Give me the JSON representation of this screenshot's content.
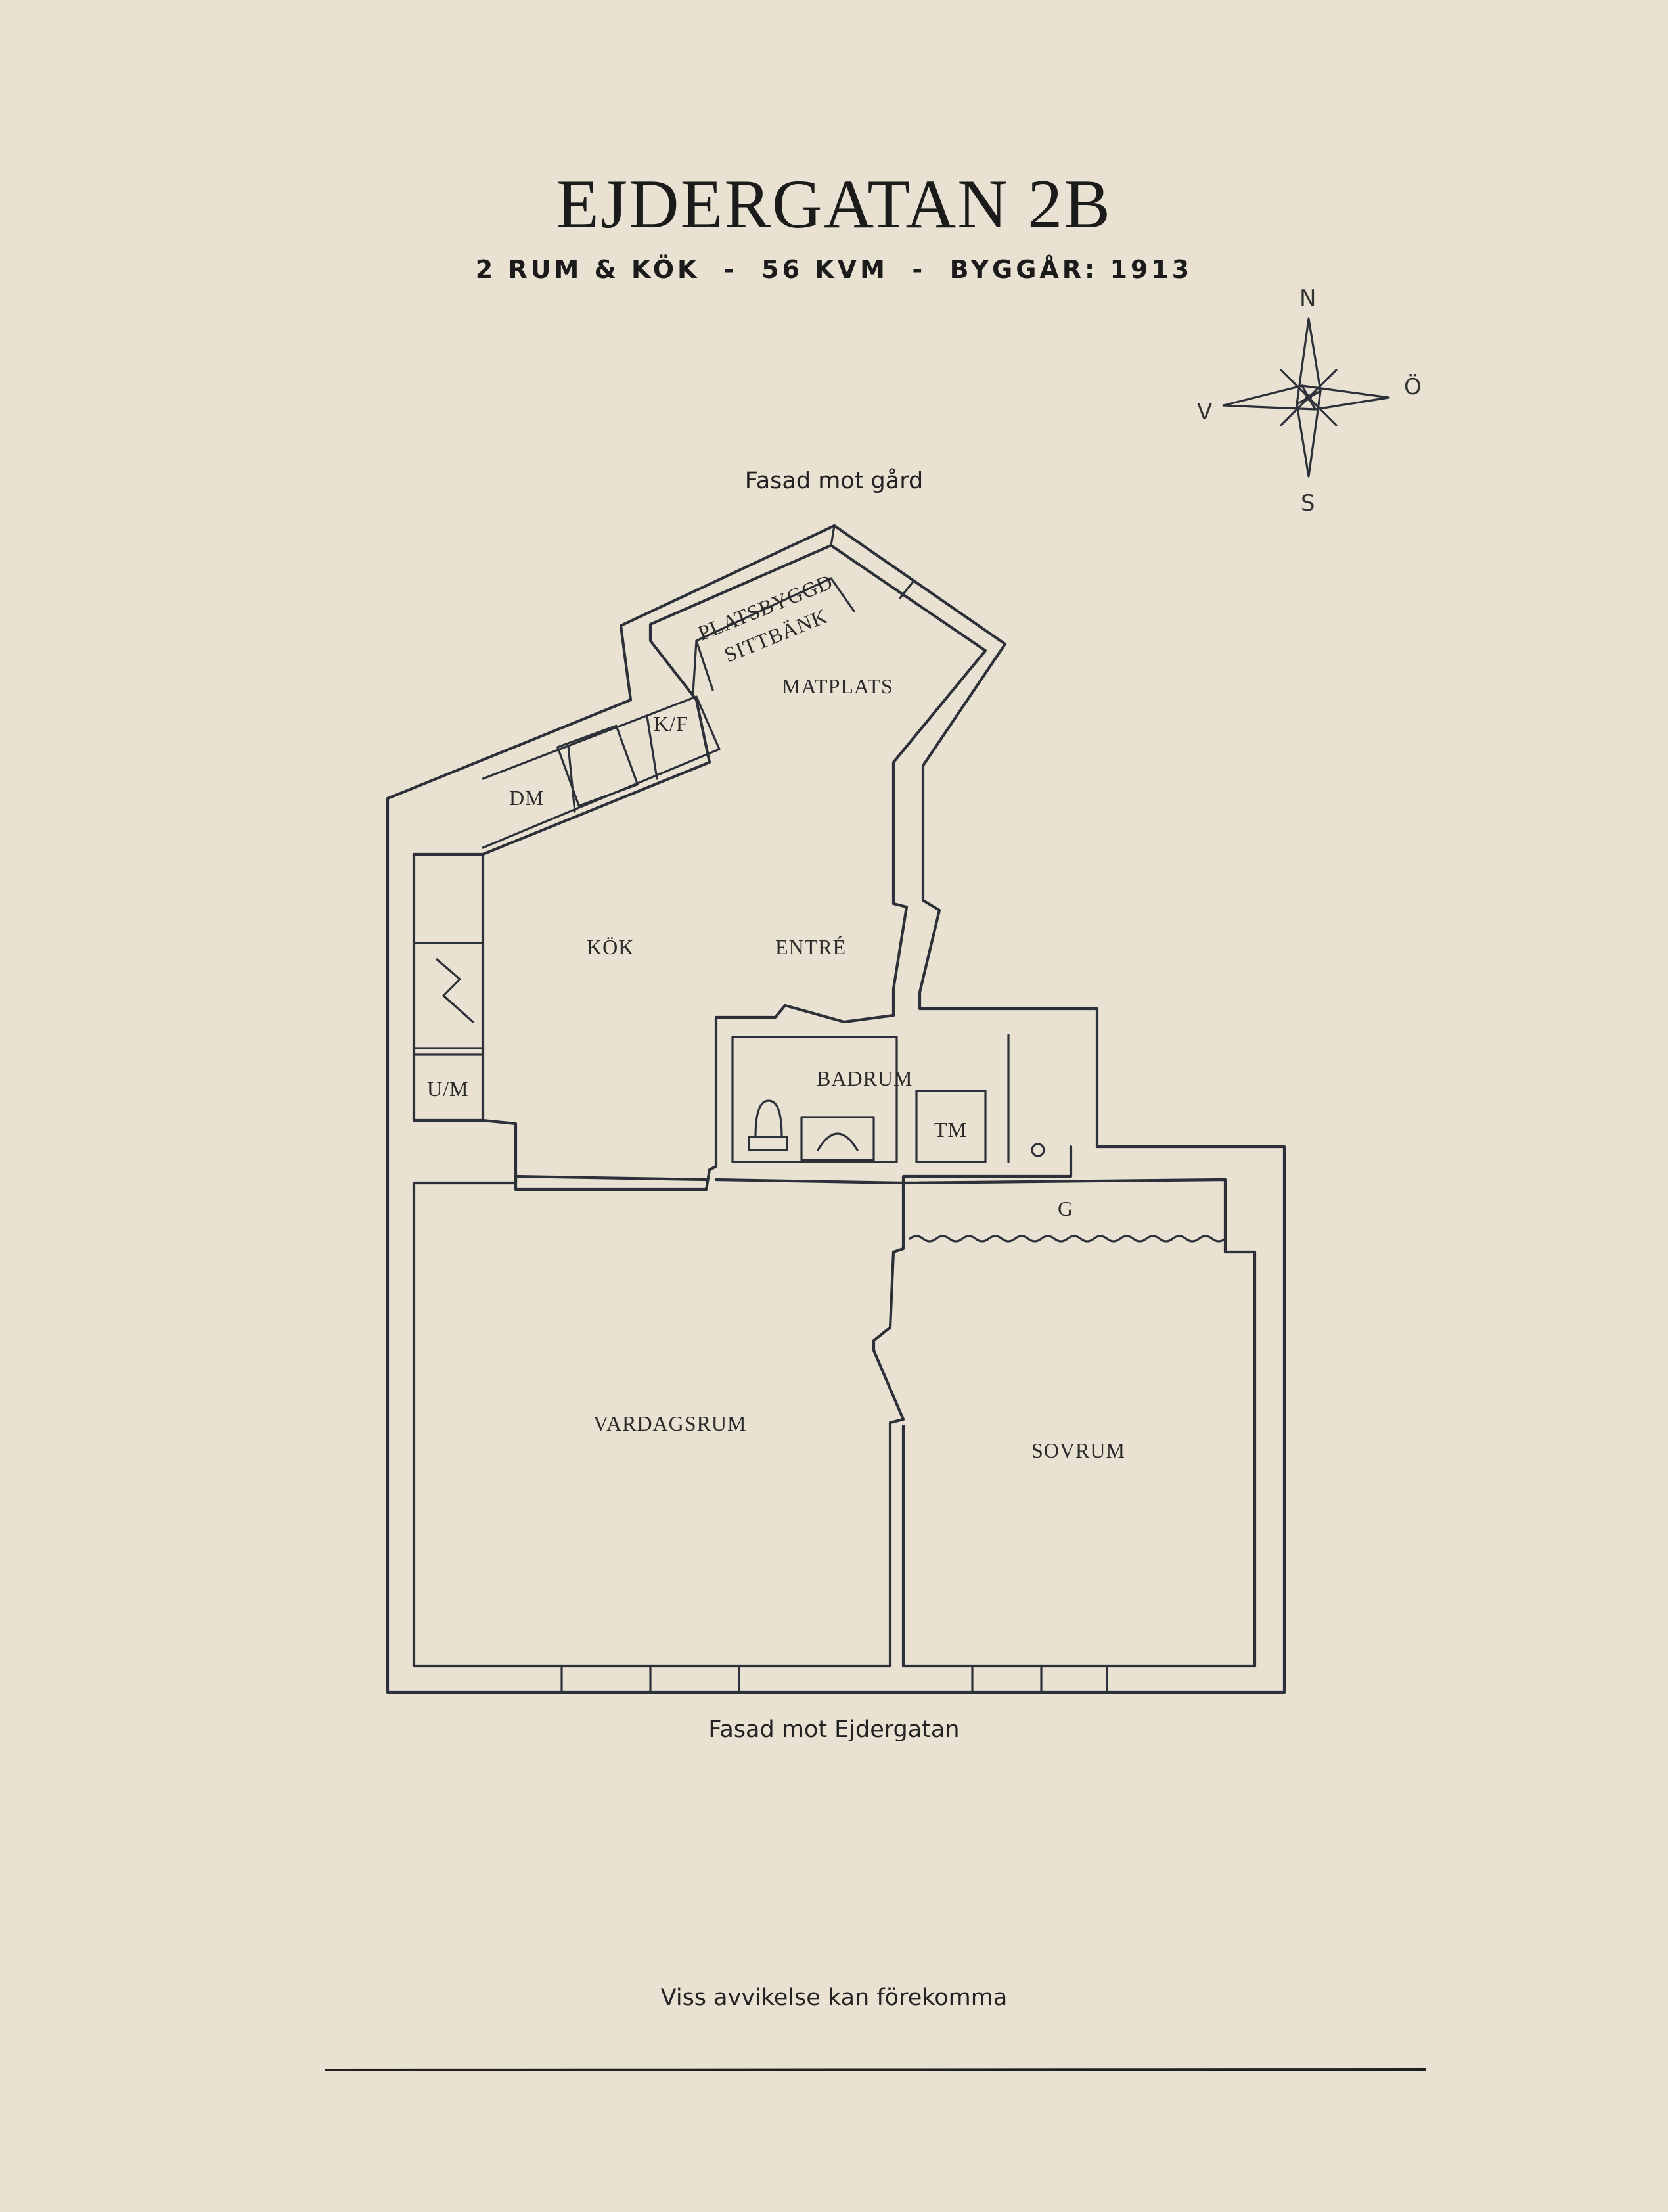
{
  "header": {
    "title": "EJDERGATAN 2B",
    "subtitle": "2 RUM & KÖK  -  56 KVM  -  BYGGÅR: 1913"
  },
  "plan": {
    "top_caption": "Fasad mot gård",
    "bottom_caption": "Fasad mot Ejdergatan",
    "rooms": {
      "platsbyggd": "PLATSBYGGD",
      "sittbank": "SITTBÄNK",
      "matplats": "MATPLATS",
      "kf": "K/F",
      "dm": "DM",
      "kok": "KÖK",
      "entre": "ENTRÉ",
      "um": "U/M",
      "badrum": "BADRUM",
      "tm": "TM",
      "g": "G",
      "vardagsrum": "VARDAGSRUM",
      "sovrum": "SOVRUM"
    },
    "compass": {
      "n": "N",
      "s": "S",
      "e": "Ö",
      "w": "V"
    }
  },
  "footer": {
    "disclaimer": "Viss avvikelse kan förekomma"
  },
  "colors": {
    "background": "#e9e1d1",
    "ink": "#2c3038",
    "text": "#1b1b1b"
  }
}
